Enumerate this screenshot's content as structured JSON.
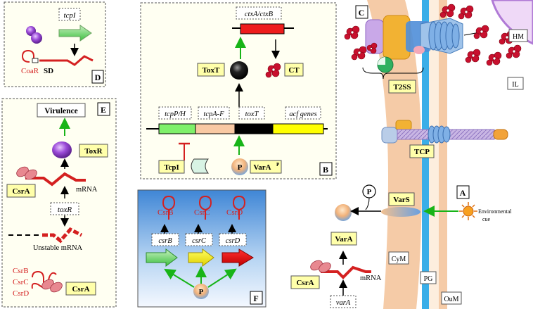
{
  "panels": {
    "A": {
      "letter": "A",
      "env_line1": "Environmental",
      "env_line2": "cue"
    },
    "B": {
      "letter": "B",
      "ctx_gene": "ctxA/ctxB",
      "toxt_protein": "ToxT",
      "ct_label": "CT",
      "gene_tcppH": "tcpP/H",
      "gene_tcpAF": "tcpA-F",
      "gene_toxT": "toxT",
      "gene_acf": "acf genes",
      "tcpi_label": "TcpI",
      "p_label": "P",
      "varap_label": "VarA",
      "varap_sup": "P"
    },
    "C": {
      "letter": "C",
      "hm": "HM",
      "il": "IL",
      "t2ss": "T2SS",
      "tcp": "TCP",
      "vars": "VarS",
      "vara": "VarA",
      "p_label": "P",
      "cym": "CyM",
      "pg": "PG",
      "oum": "OuM",
      "csra": "CsrA",
      "mrna": "mRNA",
      "vara_gene": "varA"
    },
    "D": {
      "letter": "D",
      "tcpi_gene": "tcpI",
      "coar": "CoaR",
      "sd": "SD"
    },
    "E": {
      "letter": "E",
      "virulence": "Virulence",
      "toxr": "ToxR",
      "csra": "CsrA",
      "mrna": "mRNA",
      "toxr_gene": "toxR",
      "unstable": "Unstable mRNA",
      "csrb": "CsrB",
      "csrc": "CsrC",
      "csrd": "CsrD",
      "csra2": "CsrA"
    },
    "F": {
      "letter": "F",
      "csrb": "CsrB",
      "csrc": "CsrC",
      "csrd": "CsrD",
      "gene_b": "csrB",
      "gene_c": "csrC",
      "gene_d": "csrD",
      "p_label": "P"
    }
  },
  "colors": {
    "label_bg": "#ffffaa",
    "membrane": "#f5cba7",
    "pg": "#3aaee8",
    "green": "#18b418",
    "red": "#e02020",
    "yellow": "#ffff00",
    "black": "#000000",
    "panelF_top": "#3f86d6"
  }
}
